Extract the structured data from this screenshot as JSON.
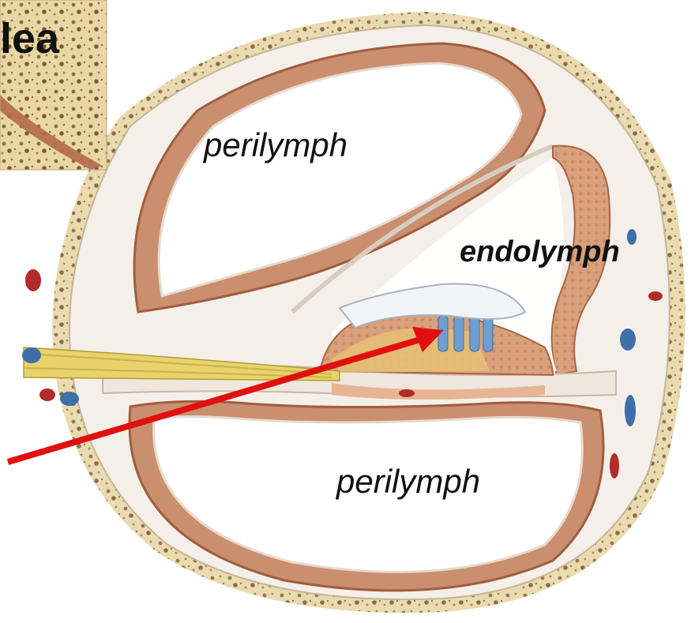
{
  "title_fragment": "lea",
  "labels": {
    "perilymph_top": "perilymph",
    "endolymph": "endolymph",
    "perilymph_bottom": "perilymph"
  },
  "colors": {
    "arrow": "#e01010",
    "bone": "#e8d6a6",
    "bone_dark": "#8a6a3c",
    "tissue": "#c98f6f",
    "tissue_dark": "#a0583a",
    "membrane": "#f3ede6",
    "nerve": "#e7d36a",
    "vessel_red": "#b32a2a",
    "vessel_blue": "#3d6fa8",
    "hair_cells": "#6f9fce"
  },
  "icons": [
    "pointer-arrow"
  ]
}
